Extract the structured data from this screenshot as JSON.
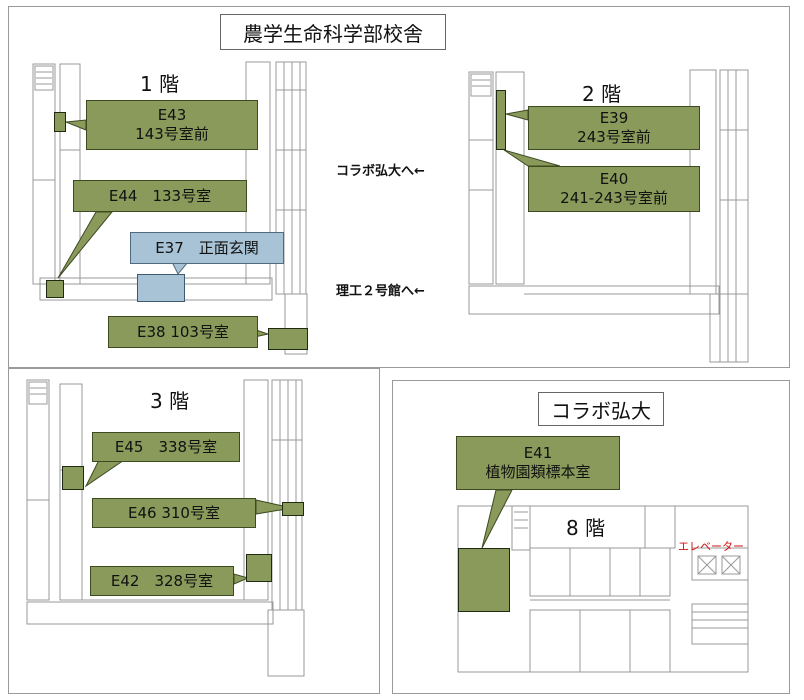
{
  "title": "農学生命科学部校舎",
  "floors": {
    "f1": "1 階",
    "f2": "2 階",
    "f3": "3 階",
    "f8": "8 階"
  },
  "collabo_title": "コラボ弘大",
  "directions": {
    "to_collabo": "コラボ弘大へ←",
    "to_riko": "理工２号館へ←"
  },
  "elevator_label": "エレベーター",
  "callouts": {
    "e43": {
      "code": "E43",
      "room": "143号室前"
    },
    "e44": {
      "text": "E44　133号室"
    },
    "e37": {
      "text": "E37　正面玄関"
    },
    "e38": {
      "text": "E38  103号室"
    },
    "e39": {
      "code": "E39",
      "room": "243号室前"
    },
    "e40": {
      "code": "E40",
      "room": "241-243号室前"
    },
    "e45": {
      "text": "E45　338号室"
    },
    "e46": {
      "text": "E46  310号室"
    },
    "e42": {
      "text": "E42　328号室"
    },
    "e41": {
      "code": "E41",
      "room": "植物園類標本室"
    }
  },
  "colors": {
    "marker_green": "#8a9a5b",
    "marker_blue": "#a9c3d6",
    "elevator_red": "#d01010"
  }
}
